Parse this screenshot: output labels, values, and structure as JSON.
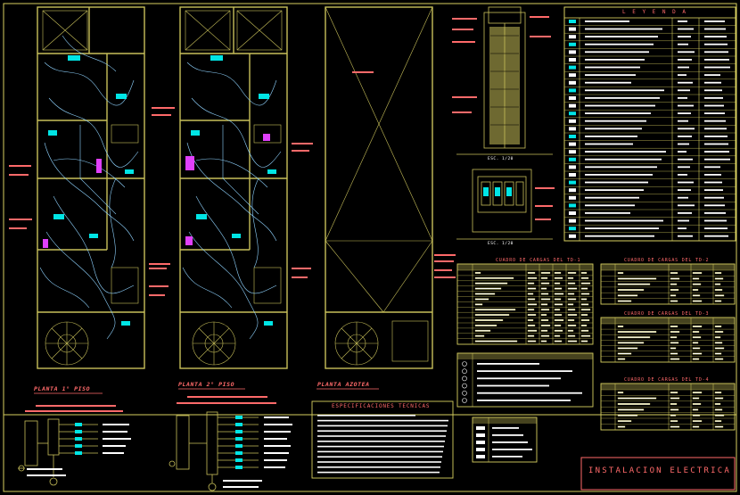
{
  "drawing": {
    "title": "INSTALACION ELECTRICA",
    "plans": [
      {
        "title": "PLANTA 1° PISO"
      },
      {
        "title": "PLANTA 2° PISO"
      },
      {
        "title": "PLANTA AZOTEA"
      }
    ],
    "legend_title": "L E Y E N D A",
    "load_tables": [
      {
        "title": "CUADRO DE CARGAS DEL TD-1"
      },
      {
        "title": "CUADRO DE CARGAS DEL TD-2"
      },
      {
        "title": "CUADRO DE CARGAS DEL TD-3"
      },
      {
        "title": "CUADRO DE CARGAS DEL TD-4"
      }
    ],
    "specs_title": "ESPECIFICACIONES TECNICAS",
    "detail_scales": [
      "ESC. 1/20",
      "ESC. 1/20"
    ]
  },
  "colors": {
    "background": "#000000",
    "walls": "#c8c05a",
    "wiring": "#8fd3ff",
    "outlets": "#00e5e5",
    "labels_red": "#ff6a6a",
    "fixtures": "#e040fb",
    "table_lines": "#d8d060"
  }
}
